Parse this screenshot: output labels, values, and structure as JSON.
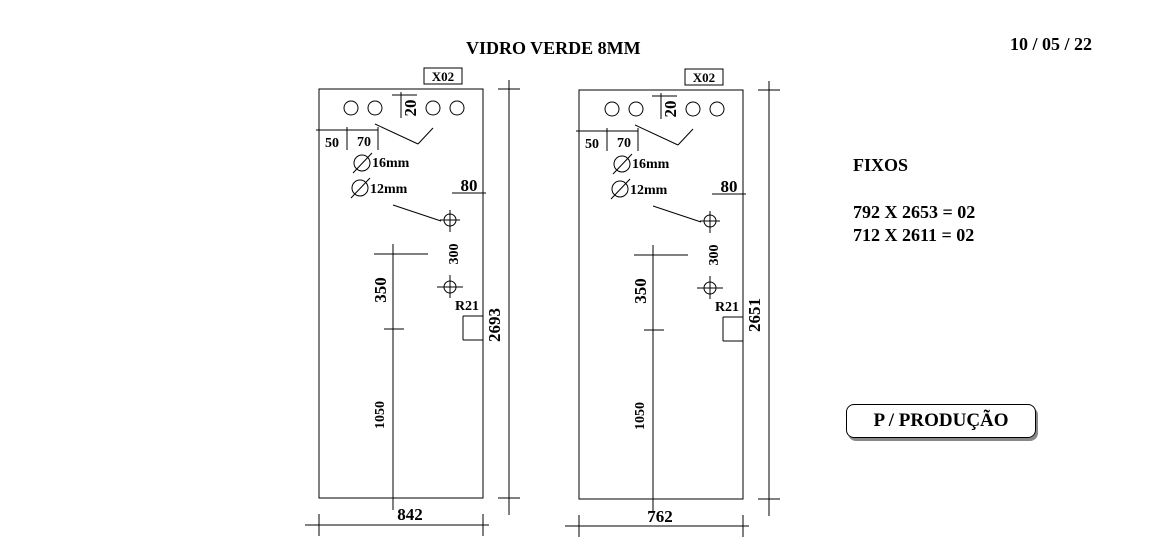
{
  "header": {
    "title": "VIDRO VERDE 8MM",
    "date": "10 / 05 / 22"
  },
  "panels": [
    {
      "tag": "X02",
      "width_label": "842",
      "height_label": "2693",
      "hole_spacing": "20",
      "offset_a": "50",
      "offset_b": "70",
      "hole_small": "16mm",
      "hole_large": "12mm",
      "edge_offset": "80",
      "vertical_gap": "300",
      "upper_height": "350",
      "lower_height": "1050",
      "radius": "R21"
    },
    {
      "tag": "X02",
      "width_label": "762",
      "height_label": "2651",
      "hole_spacing": "20",
      "offset_a": "50",
      "offset_b": "70",
      "hole_small": "16mm",
      "hole_large": "12mm",
      "edge_offset": "80",
      "vertical_gap": "300",
      "upper_height": "350",
      "lower_height": "1050",
      "radius": "R21"
    }
  ],
  "fixos": {
    "title": "FIXOS",
    "lines": [
      "792 X 2653 = 02",
      "712 X 2611 = 02"
    ]
  },
  "stamp": "P / PRODUÇÃO"
}
